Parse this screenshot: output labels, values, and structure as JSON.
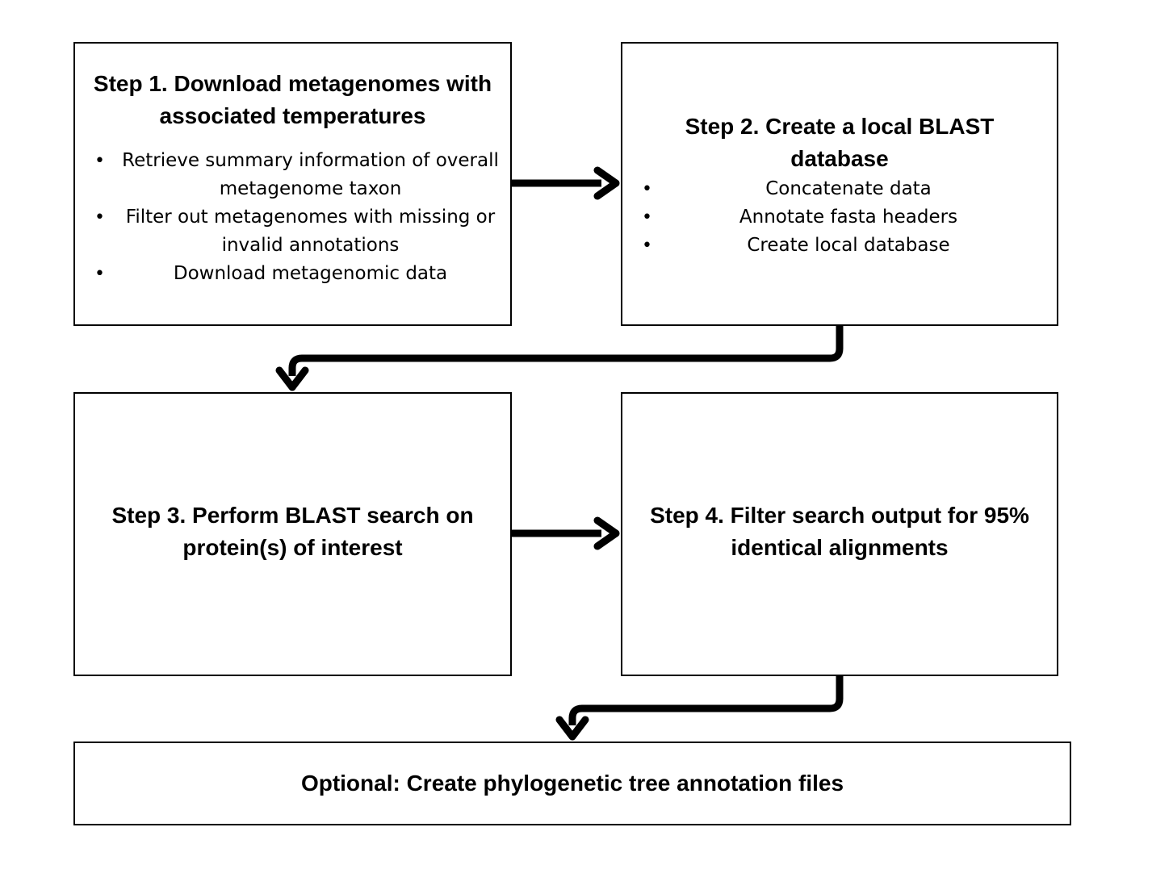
{
  "steps": [
    {
      "title": "Step 1. Download metagenomes with associated temperatures",
      "bullets": [
        "Retrieve summary information of overall metagenome taxon",
        "Filter out metagenomes with missing or invalid annotations",
        "Download metagenomic data"
      ]
    },
    {
      "title": "Step 2. Create a local BLAST database",
      "bullets": [
        "Concatenate data",
        "Annotate fasta headers",
        "Create local database"
      ]
    },
    {
      "title": "Step 3. Perform BLAST search on protein(s) of interest"
    },
    {
      "title": "Step 4. Filter search output for 95% identical alignments"
    }
  ],
  "optional": {
    "title": "Optional: Create phylogenetic tree annotation files"
  },
  "bullet_glyph": "•",
  "colors": {
    "stroke": "#000000",
    "background": "#ffffff"
  }
}
